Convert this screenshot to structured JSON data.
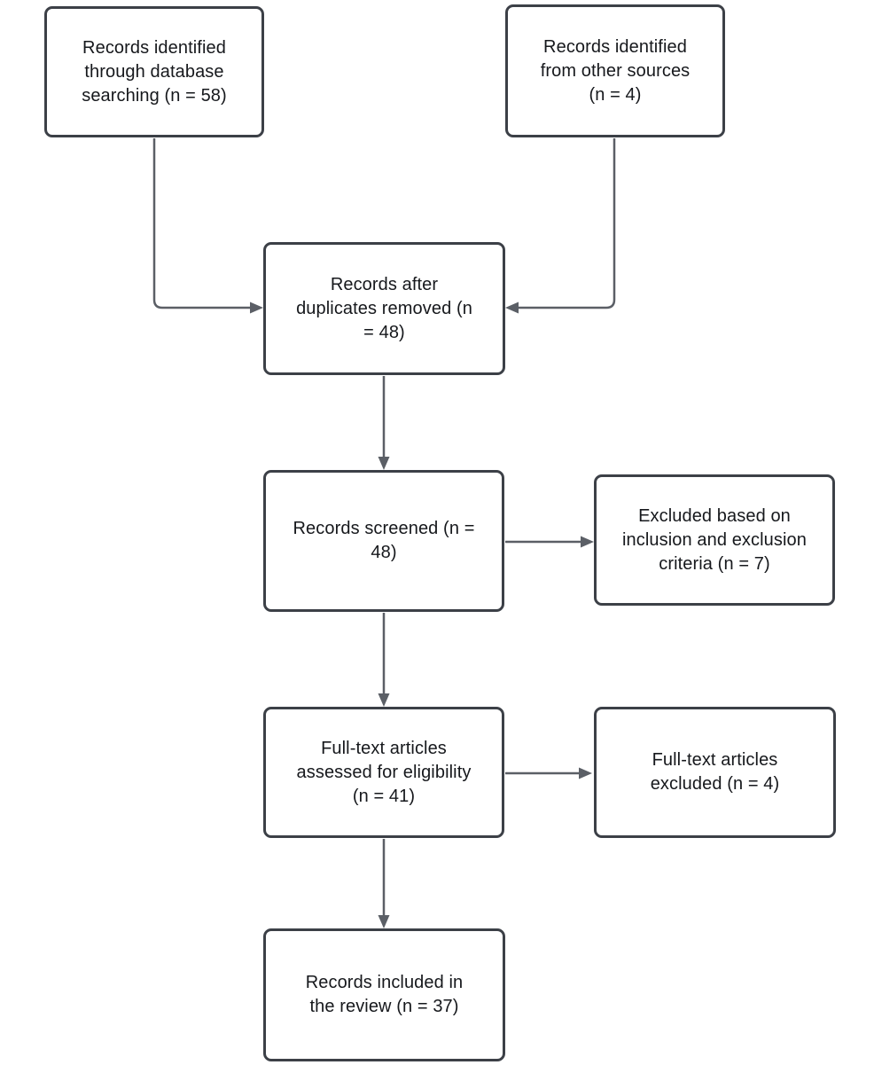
{
  "diagram_type": "flowchart",
  "colors": {
    "background": "#ffffff",
    "box_fill": "#ffffff",
    "box_border": "#3c4047",
    "arrow": "#5b5f66",
    "text": "#16181c"
  },
  "nodes": [
    {
      "id": "identified-database",
      "label": "Records identified\nthrough database\nsearching (n = 58)"
    },
    {
      "id": "identified-other-sources",
      "label": "Records identified\nfrom other sources\n(n = 4)"
    },
    {
      "id": "after-duplicates-removed",
      "label": "Records after\nduplicates removed (n\n= 48)"
    },
    {
      "id": "records-screened",
      "label": "Records screened (n =\n48)"
    },
    {
      "id": "excluded-criteria",
      "label": "Excluded based on\ninclusion and exclusion\ncriteria (n = 7)"
    },
    {
      "id": "fulltext-assessed",
      "label": "Full-text articles\nassessed for eligibility\n(n = 41)"
    },
    {
      "id": "fulltext-excluded",
      "label": "Full-text articles\nexcluded (n = 4)"
    },
    {
      "id": "records-included",
      "label": "Records included in\nthe review (n = 37)"
    }
  ],
  "edges": [
    {
      "from": "identified-database",
      "to": "after-duplicates-removed"
    },
    {
      "from": "identified-other-sources",
      "to": "after-duplicates-removed"
    },
    {
      "from": "after-duplicates-removed",
      "to": "records-screened"
    },
    {
      "from": "records-screened",
      "to": "excluded-criteria"
    },
    {
      "from": "records-screened",
      "to": "fulltext-assessed"
    },
    {
      "from": "fulltext-assessed",
      "to": "fulltext-excluded"
    },
    {
      "from": "fulltext-assessed",
      "to": "records-included"
    }
  ]
}
